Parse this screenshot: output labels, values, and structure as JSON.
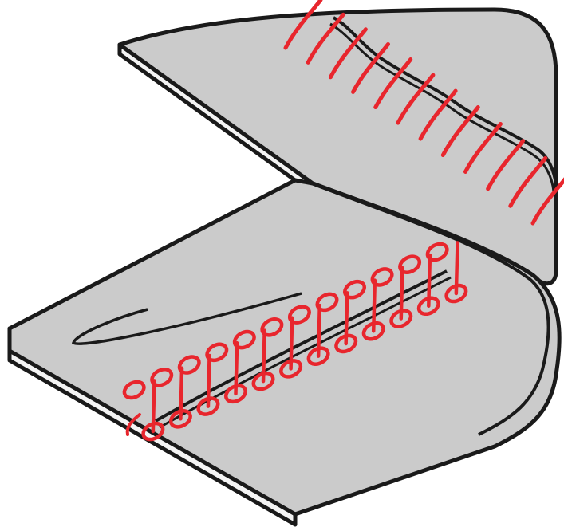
{
  "colors": {
    "fabric": "#cbcbcb",
    "fabric_edge": "#f4f4f4",
    "outline": "#1a1a1a",
    "stitch": "#e8262d",
    "background": "#ffffff"
  },
  "figure": {
    "subject": "blind-hem-fold-illustration",
    "top_stitches": 12,
    "bottom_loops": 12
  }
}
